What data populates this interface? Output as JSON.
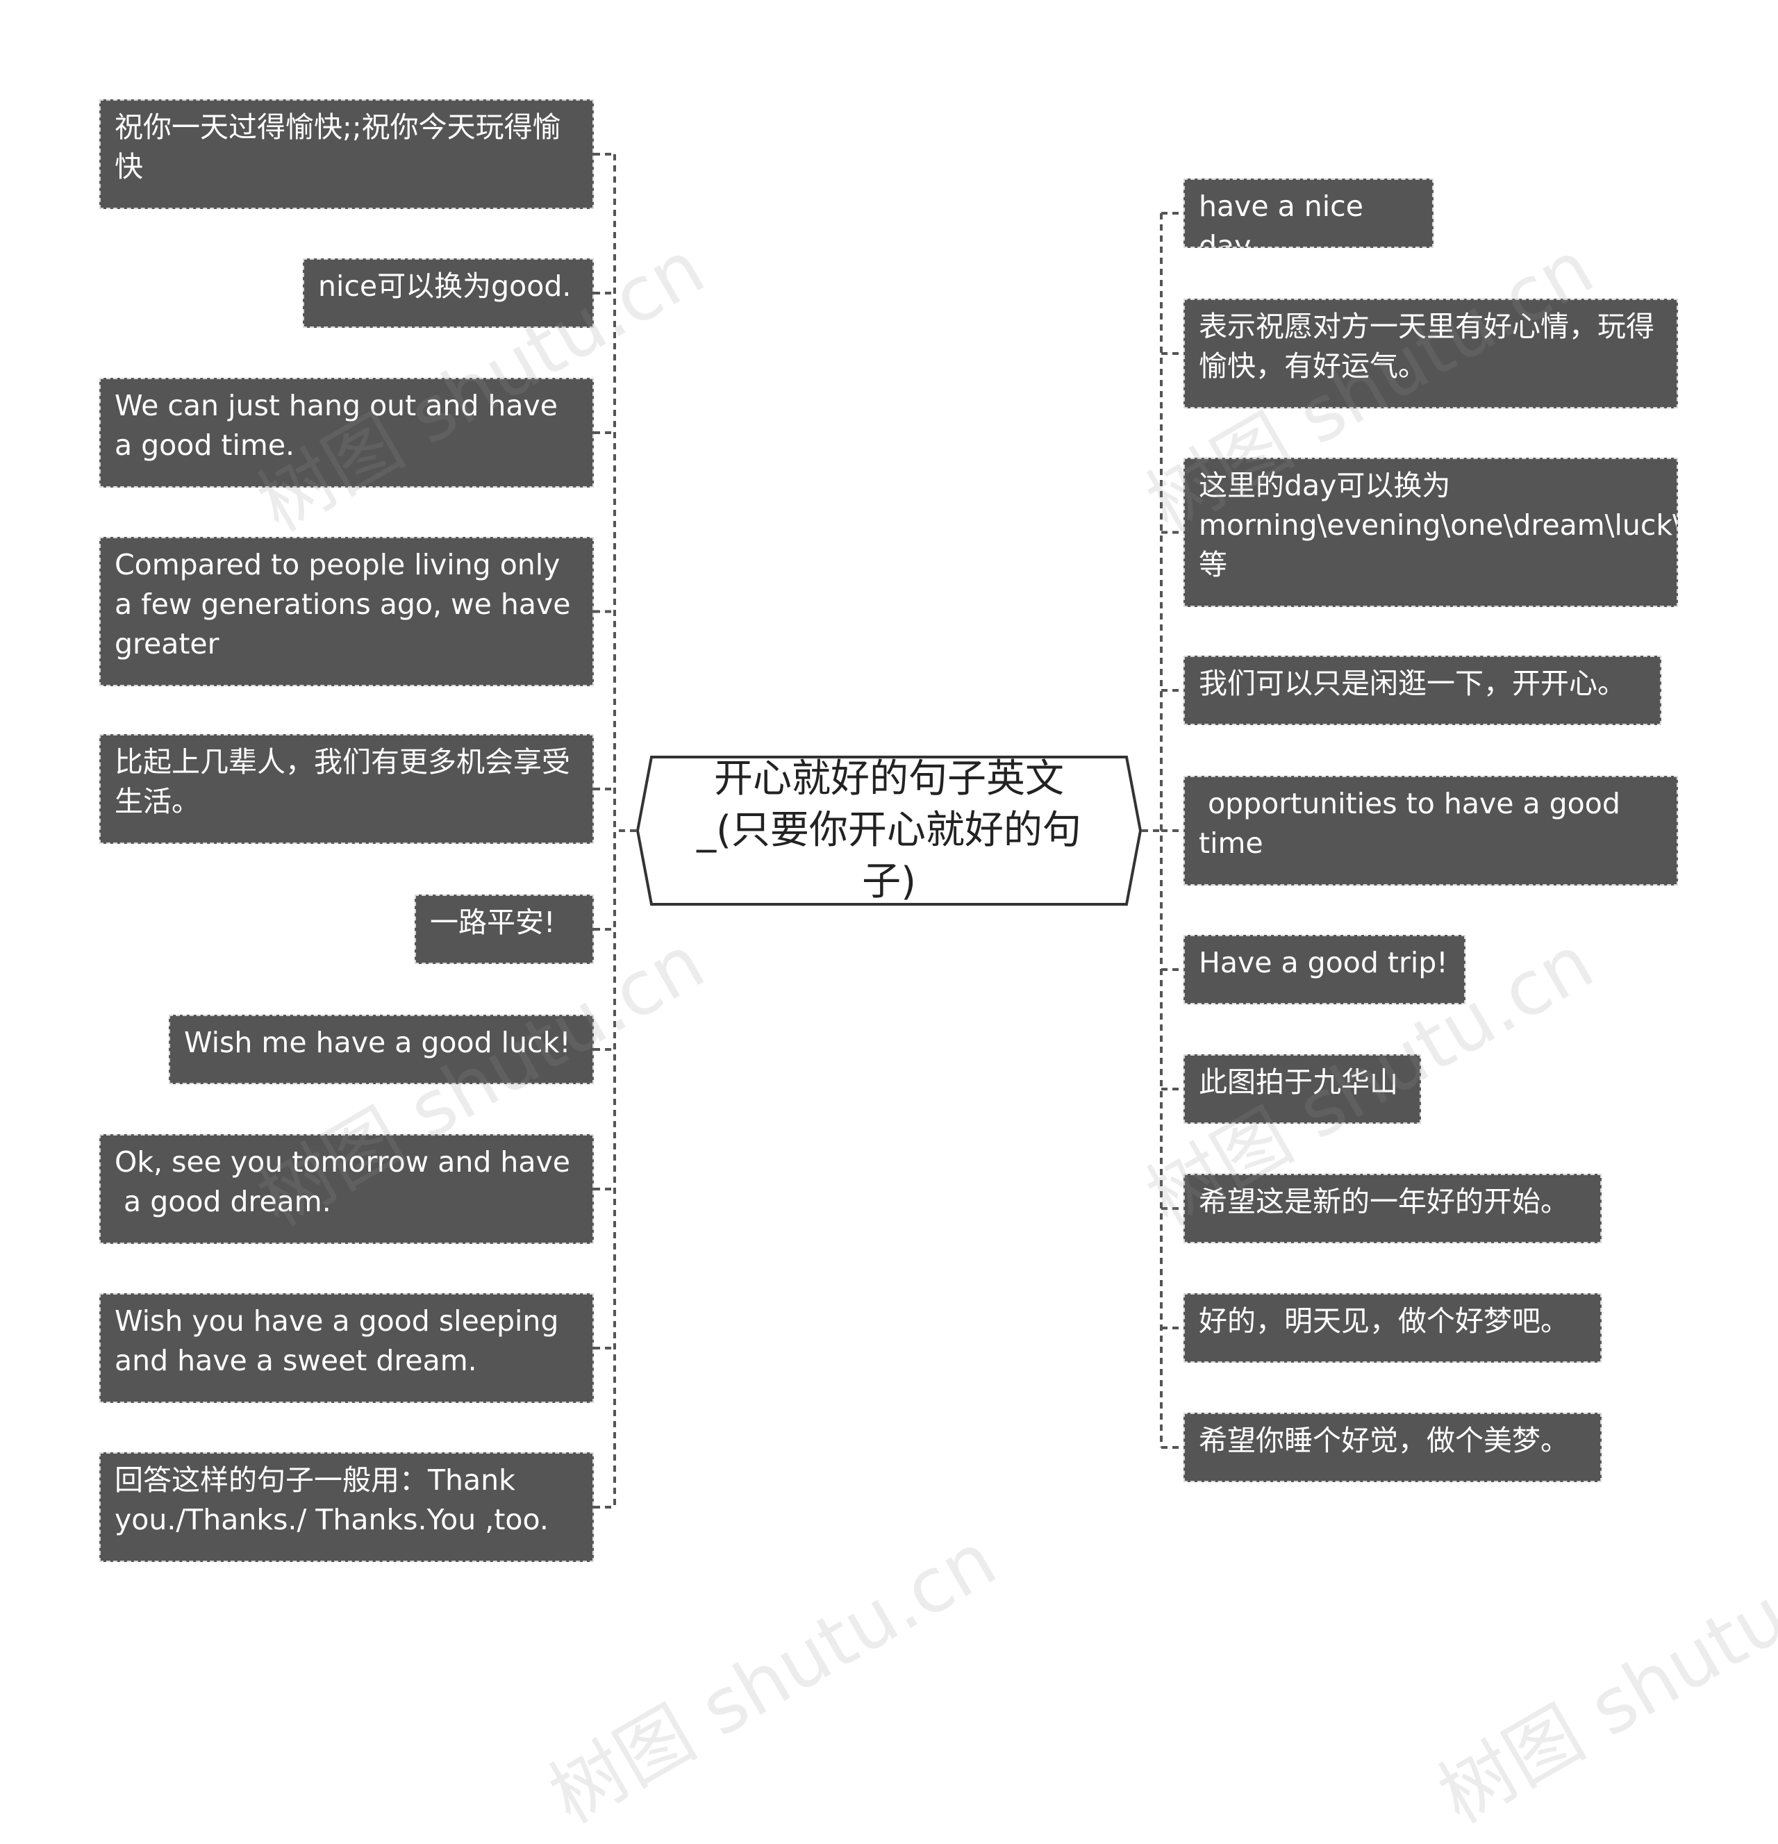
{
  "title": "开心就好的句子英文_(只要你开心就好的句子)",
  "watermark": "树图 shutu.cn",
  "colors": {
    "node_fill": "#555555",
    "node_text": "#ffffff",
    "node_border": "#d8d8d8",
    "connector": "#555555",
    "root_border": "#333333",
    "background": "#ffffff"
  },
  "left_nodes": [
    "祝你一天过得愉快;;祝你今天玩得愉快",
    "nice可以换为good.",
    "We can just hang out and have a good time.",
    "Compared to people living only a few generations ago, we have greater",
    "比起上几辈人，我们有更多机会享受生活。",
    "一路平安!",
    "Wish me have a good luck!",
    "Ok, see you tomorrow and have\n a good dream.",
    "Wish you have a good sleeping and have a sweet dream.",
    "回答这样的句子一般用：Thank you./Thanks./ Thanks.You ,too."
  ],
  "right_nodes": [
    "have a nice day",
    "表示祝愿对方一天里有好心情，玩得愉快，有好运气。",
    "这里的day可以换为morning\\evening\\one\\dream\\luck\\trip\\time等",
    "我们可以只是闲逛一下，开开心。",
    " opportunities to have a good time",
    "Have a good trip!",
    "此图拍于九华山",
    "希望这是新的一年好的开始。",
    "好的，明天见，做个好梦吧。",
    "希望你睡个好觉，做个美梦。"
  ]
}
